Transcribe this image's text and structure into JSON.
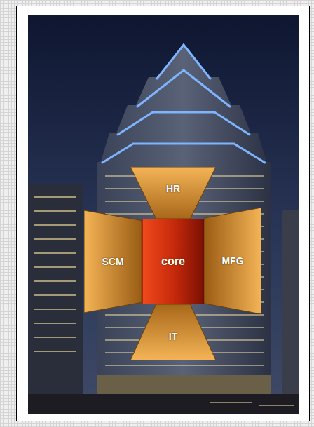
{
  "diagram": {
    "nodes": [
      {
        "text": [
          "HR"
        ]
      },
      {
        "text": [
          "SCM"
        ]
      },
      {
        "text": [
          "core"
        ]
      },
      {
        "text": [
          "MFG"
        ]
      },
      {
        "text": [
          "IT"
        ]
      }
    ]
  }
}
